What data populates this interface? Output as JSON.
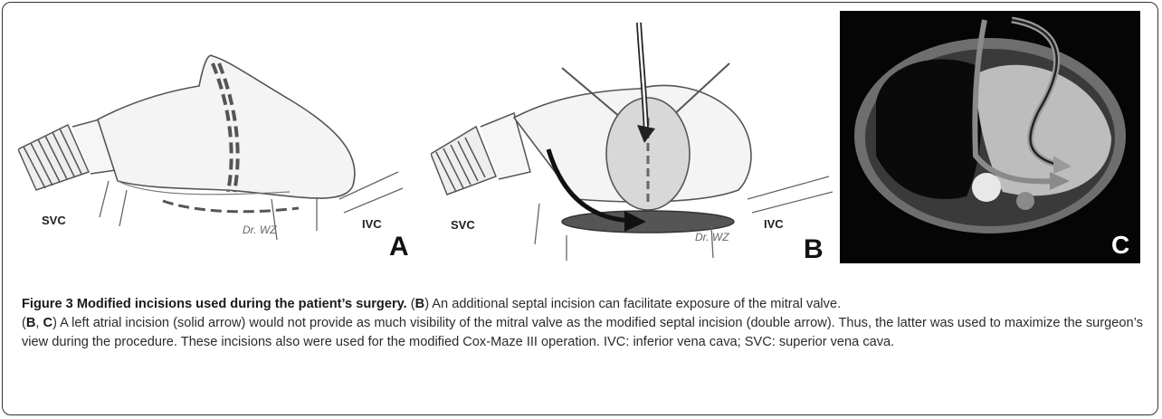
{
  "figure": {
    "panels": [
      {
        "letter": "A",
        "labels": {
          "svc": "SVC",
          "ivc": "IVC",
          "signature": "Dr. WZ"
        }
      },
      {
        "letter": "B",
        "labels": {
          "svc": "SVC",
          "ivc": "IVC",
          "signature": "Dr. WZ"
        }
      },
      {
        "letter": "C"
      }
    ],
    "caption": {
      "title": "Figure 3 Modified incisions used during the patient’s surgery.",
      "s1_open": " (",
      "s1_b": "B",
      "s1_text": ") An additional septal incision can facilitate exposure of the mitral valve.",
      "s2_open": "(",
      "s2_b1": "B",
      "s2_sep": ", ",
      "s2_b2": "C",
      "s2_text": ") A left atrial incision (solid arrow) would not provide as much visibility of the mitral valve as the modified septal incision (double arrow). Thus, the latter was used to maximize the surgeon’s view during the procedure. These incisions also were used for the modified Cox-Maze III operation. IVC: inferior vena cava; SVC: superior vena cava."
    }
  }
}
